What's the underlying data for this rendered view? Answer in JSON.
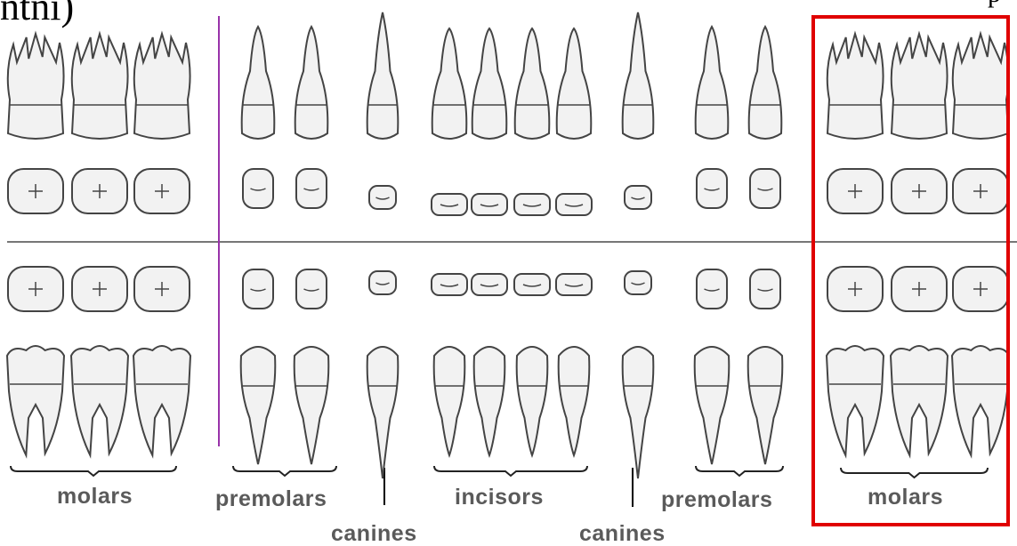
{
  "corner_text": {
    "left": "ntni)",
    "right": "p"
  },
  "labels": {
    "molars_left": "molars",
    "premolars_left": "premolars",
    "canines_left": "canines",
    "incisors": "incisors",
    "canines_right": "canines",
    "premolars_right": "premolars",
    "molars_right": "molars"
  },
  "colors": {
    "highlight": "#e00000",
    "divider_vertical": "#9933aa",
    "divider_horizontal": "#777777",
    "label_text": "#5a5a5a",
    "tooth_fill": "#f2f2f2",
    "tooth_outline": "#444444"
  },
  "teeth": {
    "upper_molars": 6,
    "upper_premolars": 4,
    "upper_canines": 2,
    "upper_incisors": 4,
    "lower_molars": 6,
    "lower_premolars": 4,
    "lower_canines": 2,
    "lower_incisors": 4
  }
}
